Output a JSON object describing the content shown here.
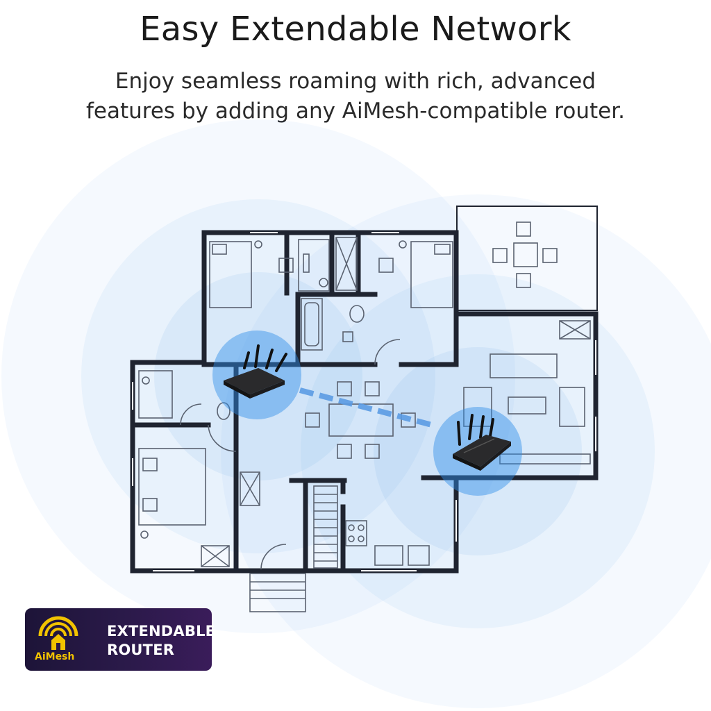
{
  "header": {
    "title": "Easy Extendable Network",
    "subtitle_line1": "Enjoy seamless roaming with rich, advanced",
    "subtitle_line2": "features by adding any AiMesh-compatible router."
  },
  "badge": {
    "line1": "EXTENDABLE",
    "line2": "ROUTER",
    "brand": "AiMesh",
    "brand_color": "#f2c300",
    "background_color": "#2b1a4a"
  },
  "colors": {
    "coverage": "#5aa0e6",
    "router_core": "#2f8fe8",
    "link": "#5b9be3",
    "walls": "#1f2430",
    "furniture": "#5a6270"
  }
}
